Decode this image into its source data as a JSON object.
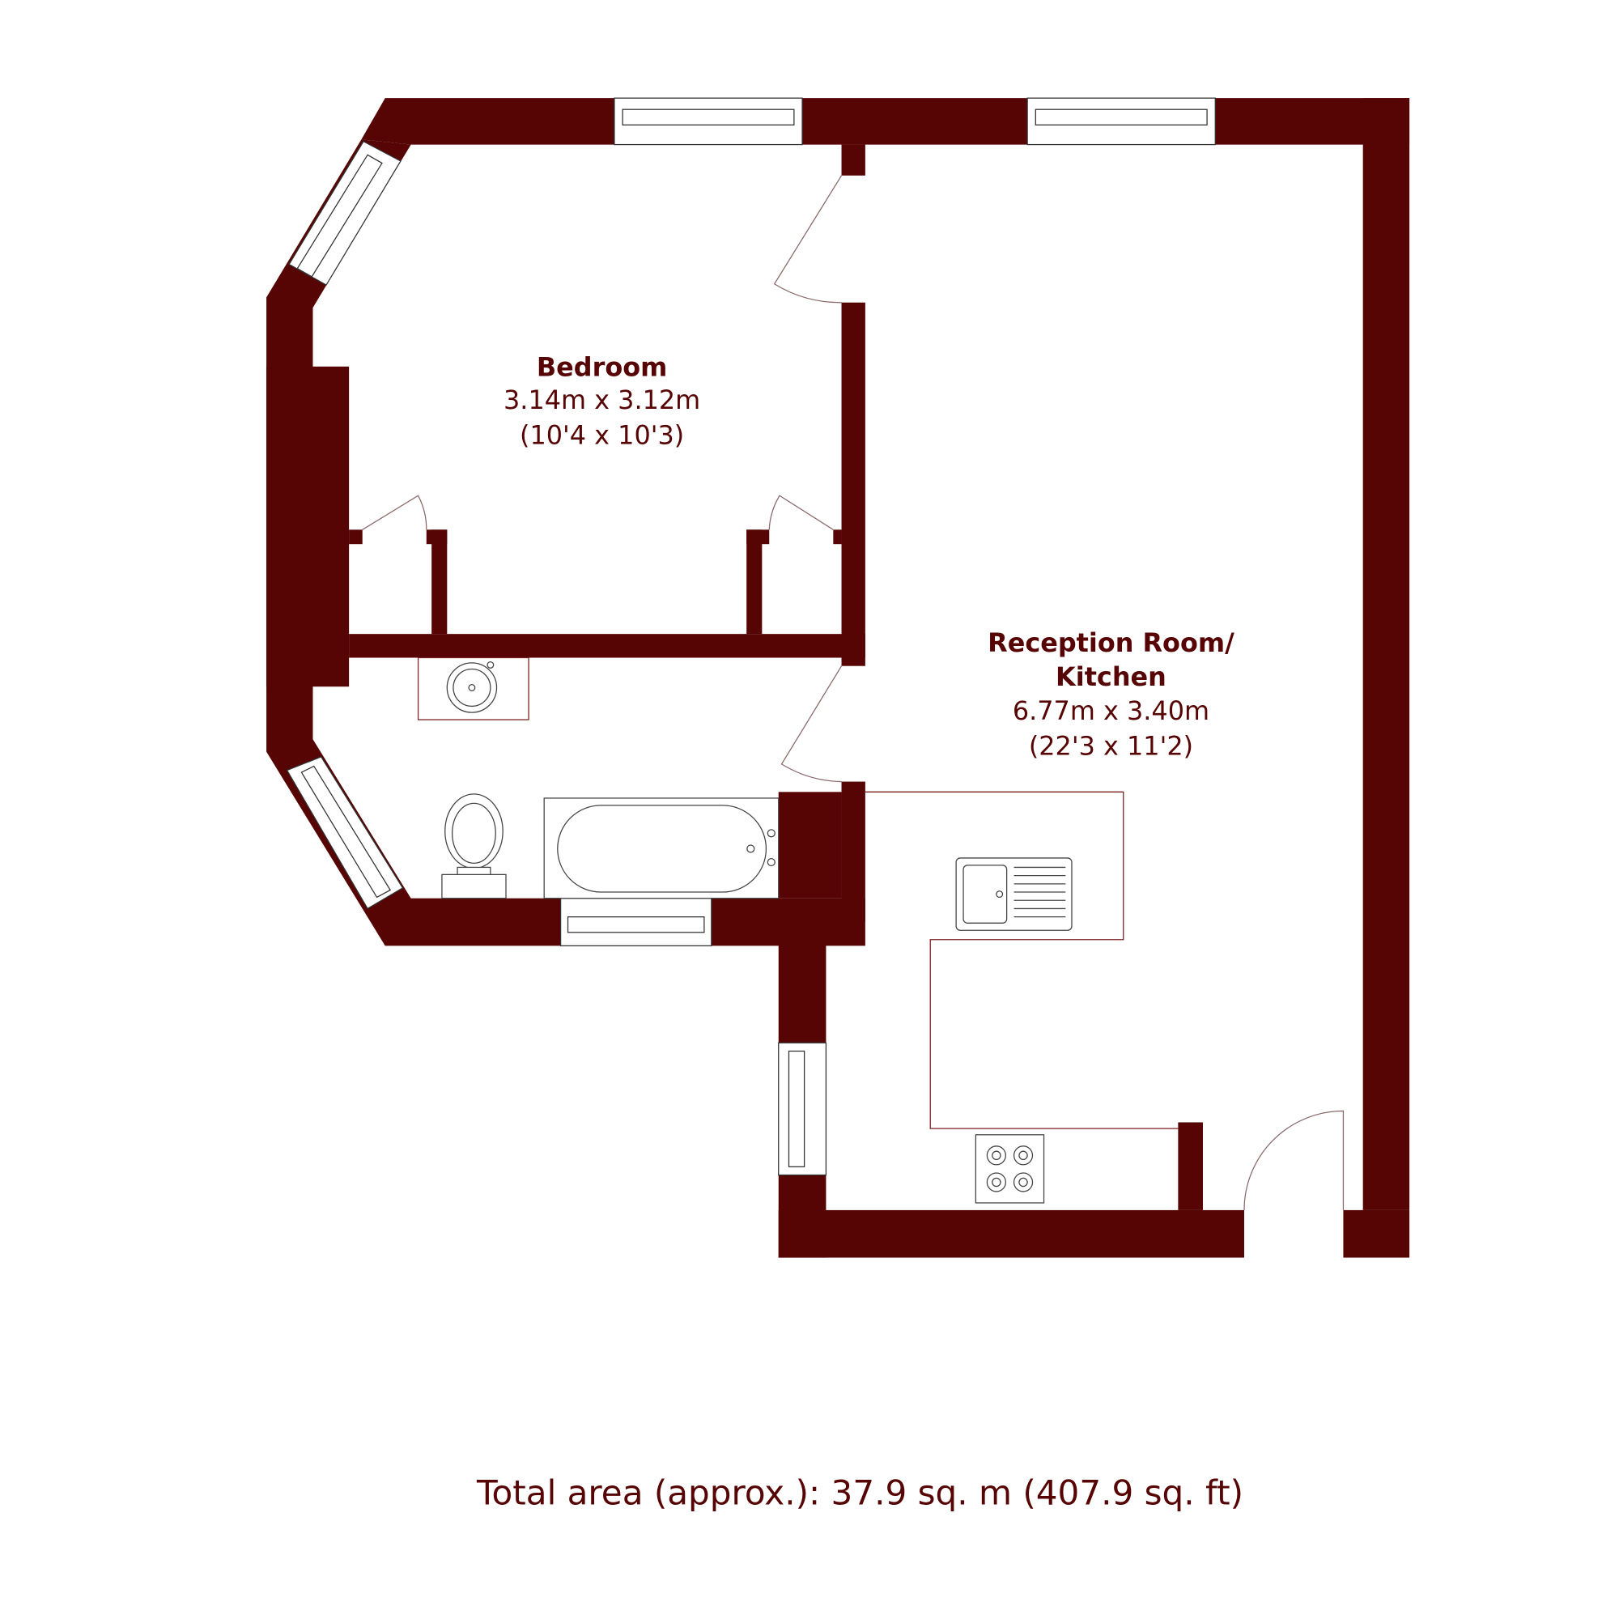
{
  "colors": {
    "wall": "#560404",
    "text": "#560404",
    "background": "#ffffff"
  },
  "rooms": {
    "bedroom": {
      "name": "Bedroom",
      "metric": "3.14m x 3.12m",
      "imperial": "(10'4 x 10'3)"
    },
    "reception": {
      "name_line1": "Reception Room/",
      "name_line2": "Kitchen",
      "metric": "6.77m x 3.40m",
      "imperial": "(22'3 x 11'2)"
    }
  },
  "footer": {
    "total_area": "Total area (approx.): 37.9 sq. m (407.9 sq. ft)"
  }
}
